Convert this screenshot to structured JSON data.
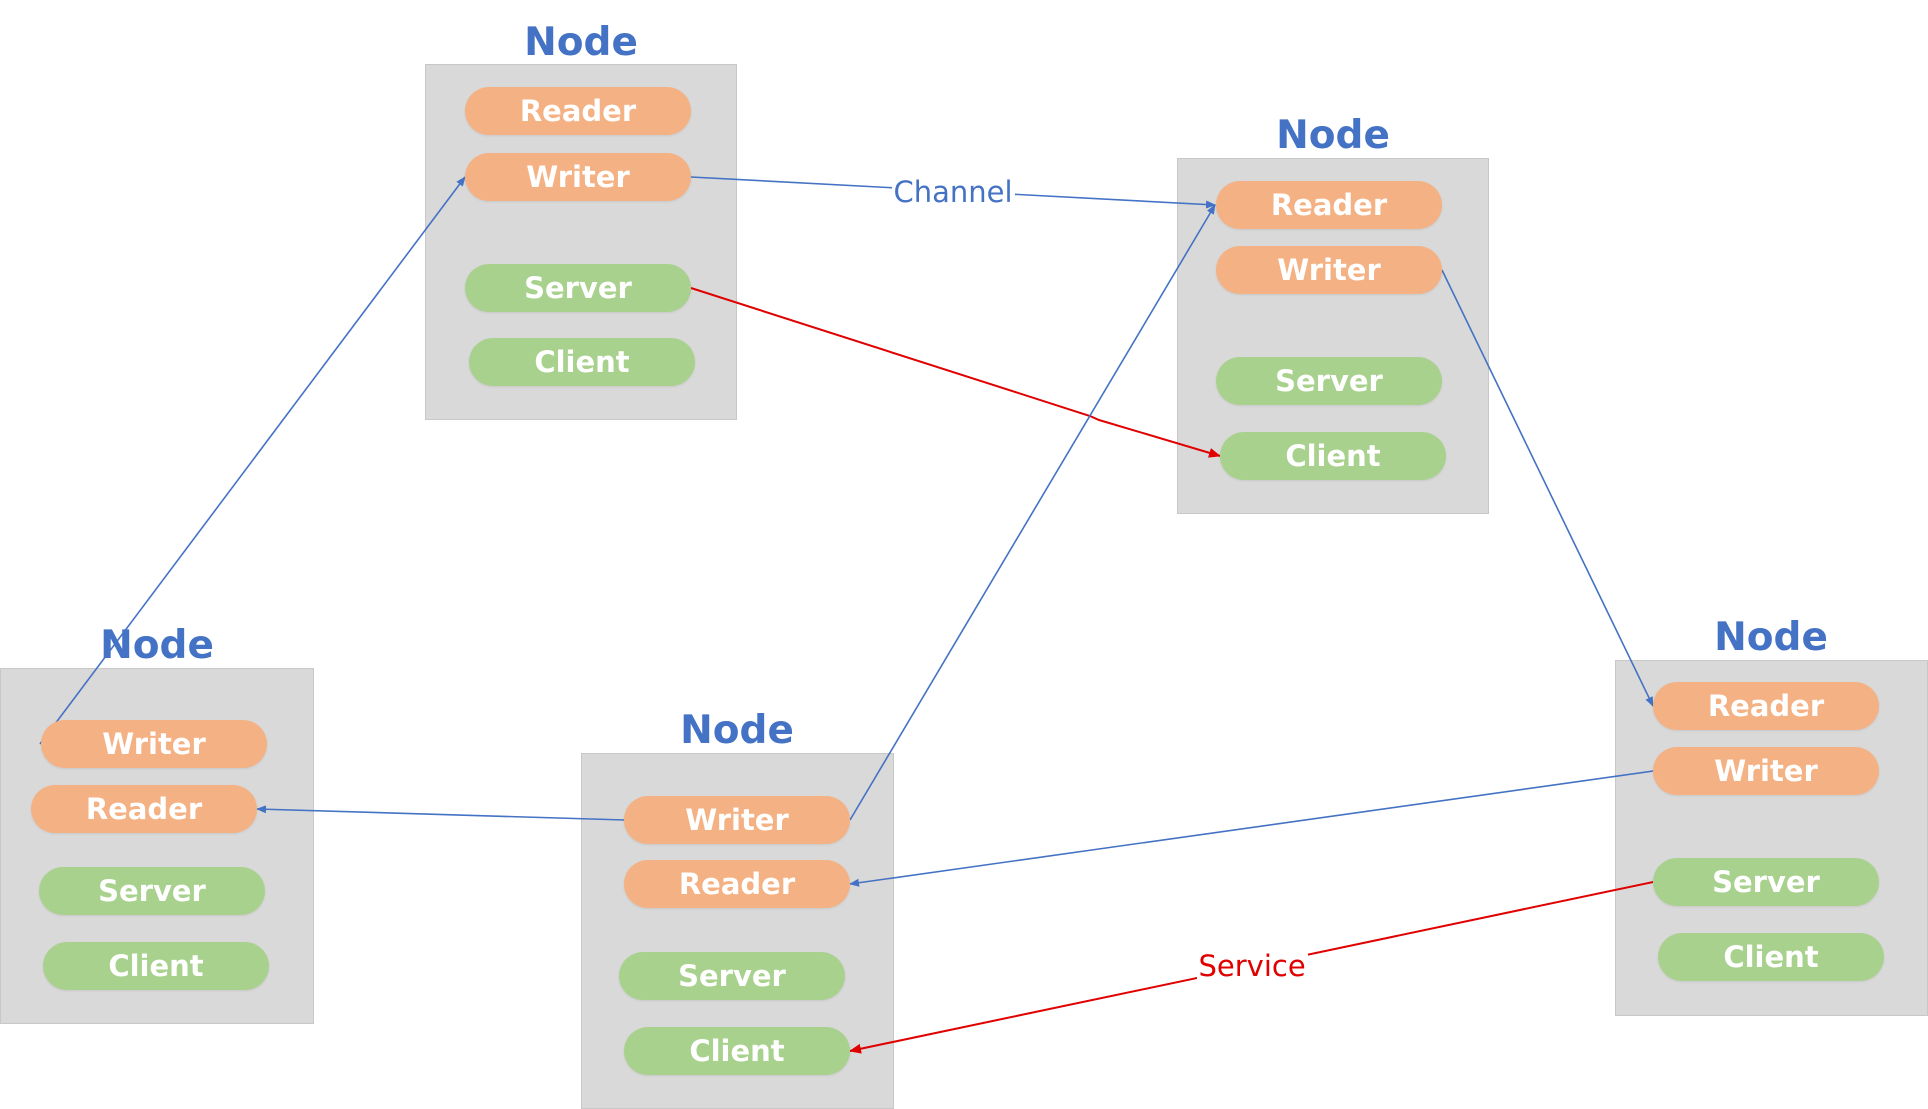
{
  "colors": {
    "node_title": "#4472c4",
    "node_box": "#d9d9d9",
    "reader_writer": "#f4b183",
    "server_client": "#a9d18e",
    "pill_text": "#ffffff",
    "channel_line": "#4472c4",
    "service_line": "#e00000"
  },
  "nodes": [
    {
      "id": "n1",
      "title": "Node",
      "components": [
        {
          "label": "Reader",
          "kind": "reader"
        },
        {
          "label": "Writer",
          "kind": "writer"
        },
        {
          "label": "Server",
          "kind": "server"
        },
        {
          "label": "Client",
          "kind": "client"
        }
      ]
    },
    {
      "id": "n2",
      "title": "Node",
      "components": [
        {
          "label": "Reader",
          "kind": "reader"
        },
        {
          "label": "Writer",
          "kind": "writer"
        },
        {
          "label": "Server",
          "kind": "server"
        },
        {
          "label": "Client",
          "kind": "client"
        }
      ]
    },
    {
      "id": "n3",
      "title": "Node",
      "components": [
        {
          "label": "Writer",
          "kind": "writer"
        },
        {
          "label": "Reader",
          "kind": "reader"
        },
        {
          "label": "Server",
          "kind": "server"
        },
        {
          "label": "Client",
          "kind": "client"
        }
      ]
    },
    {
      "id": "n4",
      "title": "Node",
      "components": [
        {
          "label": "Writer",
          "kind": "writer"
        },
        {
          "label": "Reader",
          "kind": "reader"
        },
        {
          "label": "Server",
          "kind": "server"
        },
        {
          "label": "Client",
          "kind": "client"
        }
      ]
    },
    {
      "id": "n5",
      "title": "Node",
      "components": [
        {
          "label": "Reader",
          "kind": "reader"
        },
        {
          "label": "Writer",
          "kind": "writer"
        },
        {
          "label": "Server",
          "kind": "server"
        },
        {
          "label": "Client",
          "kind": "client"
        }
      ]
    }
  ],
  "edges": [
    {
      "from": "n1.writer",
      "to": "n2.reader",
      "type": "channel"
    },
    {
      "from": "n1.server",
      "to": "n2.client",
      "type": "service"
    },
    {
      "from": "n2.writer",
      "to": "n5.reader",
      "type": "channel"
    },
    {
      "from": "n5.writer",
      "to": "n4.reader",
      "type": "channel"
    },
    {
      "from": "n5.server",
      "to": "n4.client",
      "type": "service"
    },
    {
      "from": "n4.writer",
      "to": "n3.reader",
      "type": "channel"
    },
    {
      "from": "n4.writer",
      "to": "n2.reader",
      "type": "channel"
    },
    {
      "from": "n3.writer",
      "to": "n1.writer",
      "type": "channel"
    }
  ],
  "labels": {
    "channel": "Channel",
    "service": "Service"
  }
}
